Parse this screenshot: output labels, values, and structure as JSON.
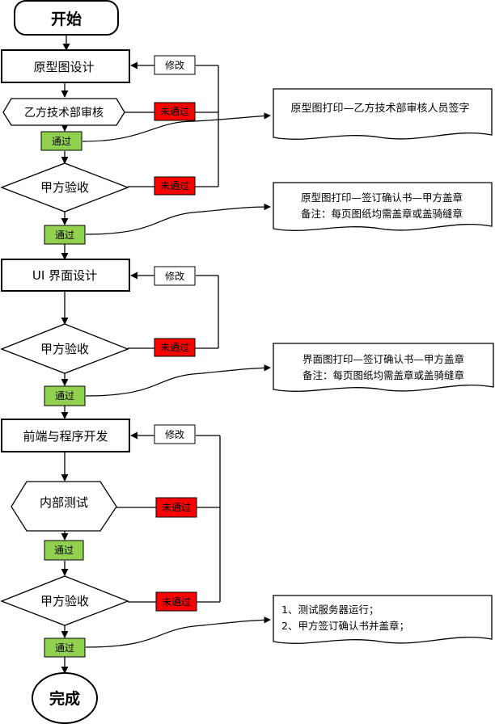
{
  "start_label": "开始",
  "end_label": "完成",
  "steps": {
    "prototype_design": "原型图设计",
    "party_b_review": "乙方技术部审核",
    "party_a_accept_1": "甲方验收",
    "ui_design": "UI 界面设计",
    "party_a_accept_2": "甲方验收",
    "frontend_dev": "前端与程序开发",
    "internal_test": "内部测试",
    "party_a_accept_3": "甲方验收"
  },
  "tags": {
    "modify": "修改",
    "fail": "未通过",
    "pass": "通过"
  },
  "notes": {
    "note1": "原型图打印—乙方技术部审核人员签字",
    "note2_line1": "原型图打印—签订确认书—甲方盖章",
    "note2_line2": "备注：每页图纸均需盖章或盖骑缝章",
    "note3_line1": "界面图打印—签订确认书—甲方盖章",
    "note3_line2": "备注：每页图纸均需盖章或盖骑缝章",
    "note4_line1": "1、测试服务器运行；",
    "note4_line2": "2、甲方签订确认书并盖章；"
  },
  "colors": {
    "fail_tag": "#ff0000",
    "pass_tag": "#92d050",
    "line": "#000000"
  }
}
